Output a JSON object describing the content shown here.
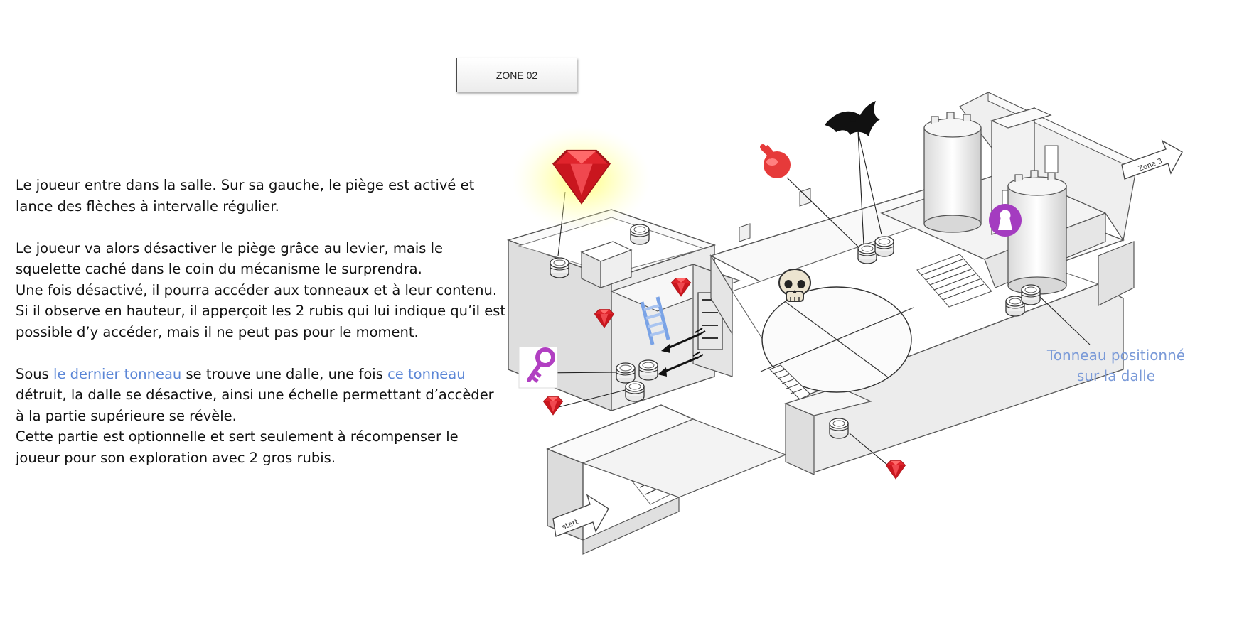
{
  "header": {
    "zone_label": "ZONE 02"
  },
  "description": {
    "p1": "Le joueur entre dans la salle. Sur sa gauche, le piège est activé et lance des flèches à intervalle régulier.",
    "p2_l1": "Le joueur va alors désactiver le piège grâce au levier, mais le squelette caché dans le coin du mécanisme le surprendra.",
    "p2_l2": "Une fois désactivé, il pourra accéder aux tonneaux et à leur contenu.",
    "p2_l3": "Si il observe en hauteur, il apperçoit les 2 rubis qui lui indique qu’il est possible d’y accéder, mais il ne peut pas pour le moment.",
    "p3_a": "Sous ",
    "p3_link1": "le dernier tonneau",
    "p3_b": " se trouve une dalle, une fois ",
    "p3_link2": "ce tonneau",
    "p3_c": " détruit, la dalle se désactive, ainsi une échelle permettant d’accèder à la partie supérieure se révèle.",
    "p3_l2": "Cette partie est optionnelle et sert seulement à récompenser le joueur pour son exploration avec 2 gros rubis."
  },
  "map": {
    "start_label": "start",
    "exit_label": "Zone 3",
    "icons": [
      "ruby-icon",
      "key-icon",
      "potion-icon",
      "bat-icon",
      "skull-icon",
      "keyhole-icon",
      "barrel-icon",
      "ladder-icon",
      "arrow-trap-icon"
    ],
    "colors": {
      "ruby": "#e0242c",
      "key": "#b13fc2",
      "keyhole": "#a43cc0",
      "potion": "#e63a3a",
      "ladder": "#8fb4ea",
      "highlight_text": "#5b86d6"
    }
  },
  "callout": {
    "line1": "Tonneau positionné",
    "line2": "sur la dalle"
  }
}
